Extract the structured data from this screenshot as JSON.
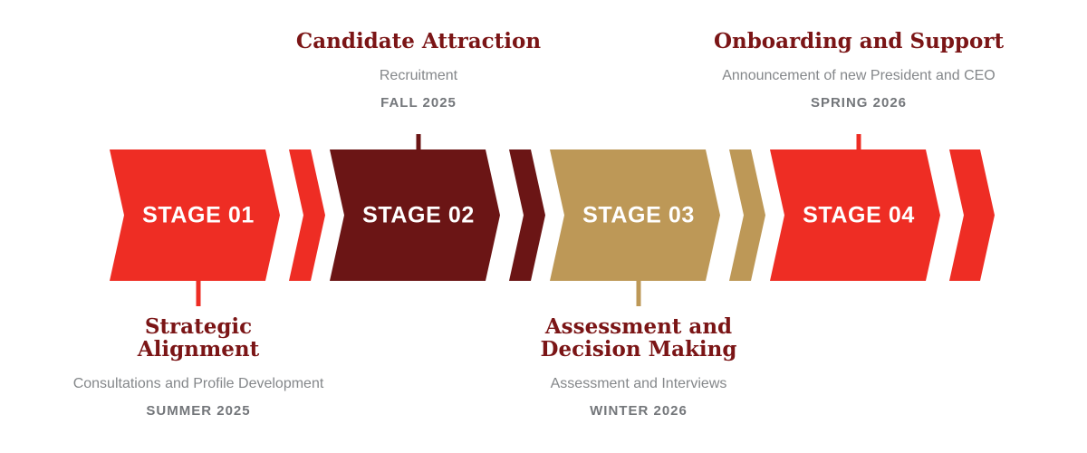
{
  "diagram": {
    "type": "timeline-process",
    "description": "Four-stage executive search timeline with chevron arrows",
    "colors": {
      "stage1_red": "#EE2D24",
      "stage2_maroon": "#6B1515",
      "stage3_tan": "#BD9857",
      "stage4_red": "#EE2D24",
      "title_text": "#7B1516",
      "subtitle_text": "#84878A",
      "date_text": "#73767A",
      "stage_label_text": "#FFFFFF",
      "background": "#FFFFFF"
    },
    "stages": [
      {
        "label": "STAGE 01",
        "title_line1": "Strategic",
        "title_line2": "Alignment",
        "subtitle": "Consultations and Profile Development",
        "date": "SUMMER 2025",
        "color": "#EE2D24",
        "annotation_position": "below"
      },
      {
        "label": "STAGE 02",
        "title_line1": "Candidate Attraction",
        "subtitle": "Recruitment",
        "date": "FALL 2025",
        "color": "#6B1515",
        "annotation_position": "above"
      },
      {
        "label": "STAGE 03",
        "title_line1": "Assessment and",
        "title_line2": "Decision Making",
        "subtitle": "Assessment and Interviews",
        "date": "WINTER 2026",
        "color": "#BD9857",
        "annotation_position": "below"
      },
      {
        "label": "STAGE 04",
        "title_line1": "Onboarding and Support",
        "subtitle": "Announcement of new President and CEO",
        "date": "SPRING 2026",
        "color": "#EE2D24",
        "annotation_position": "above"
      }
    ]
  }
}
